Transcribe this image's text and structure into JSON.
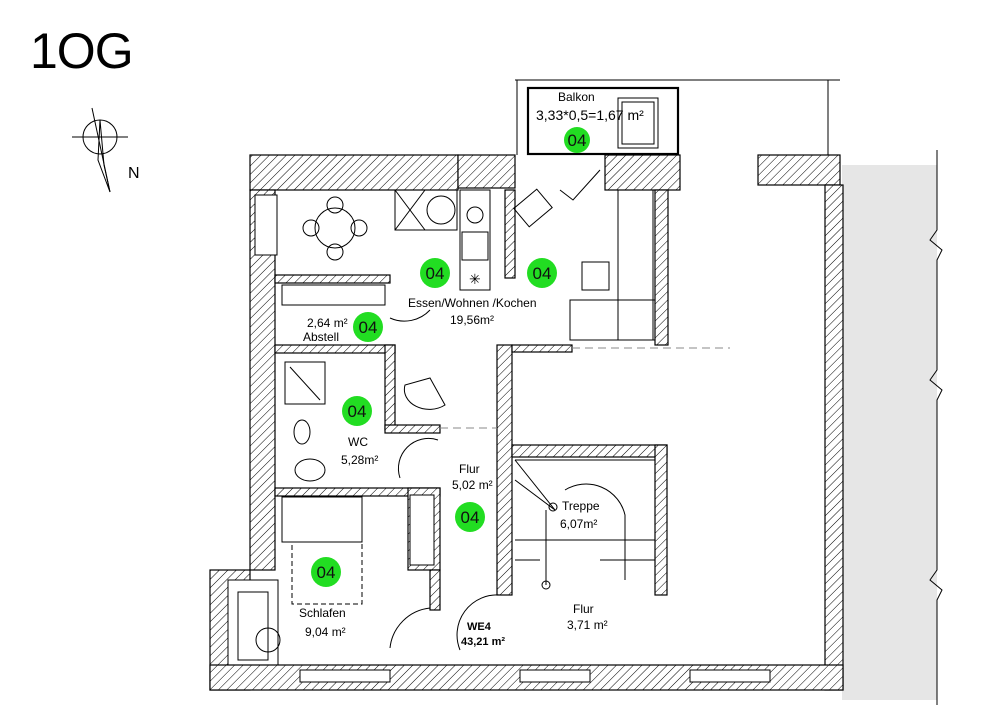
{
  "plan": {
    "floor_label": "1OG",
    "north_label": "N",
    "badge_color": "#22dd22",
    "rooms": [
      {
        "name": "Balkon",
        "area": "3,33*0,5=1,67 m²",
        "badge": "04"
      },
      {
        "name": "Essen/Wohnen /Kochen",
        "area": "19,56m²",
        "badge_left": "04",
        "badge_right": "04"
      },
      {
        "name": "Abstell",
        "area": "2,64 m²",
        "badge": "04"
      },
      {
        "name": "WC",
        "area": "5,28m²",
        "badge": "04"
      },
      {
        "name": "Flur",
        "area": "5,02 m²",
        "badge": "04"
      },
      {
        "name": "Schlafen",
        "area": "9,04 m²",
        "badge": "04"
      },
      {
        "name": "Treppe",
        "area": "6,07m²"
      },
      {
        "name": "Flur",
        "area": "3,71 m²"
      }
    ],
    "unit": {
      "name": "WE4",
      "area": "43,21 m²"
    }
  }
}
